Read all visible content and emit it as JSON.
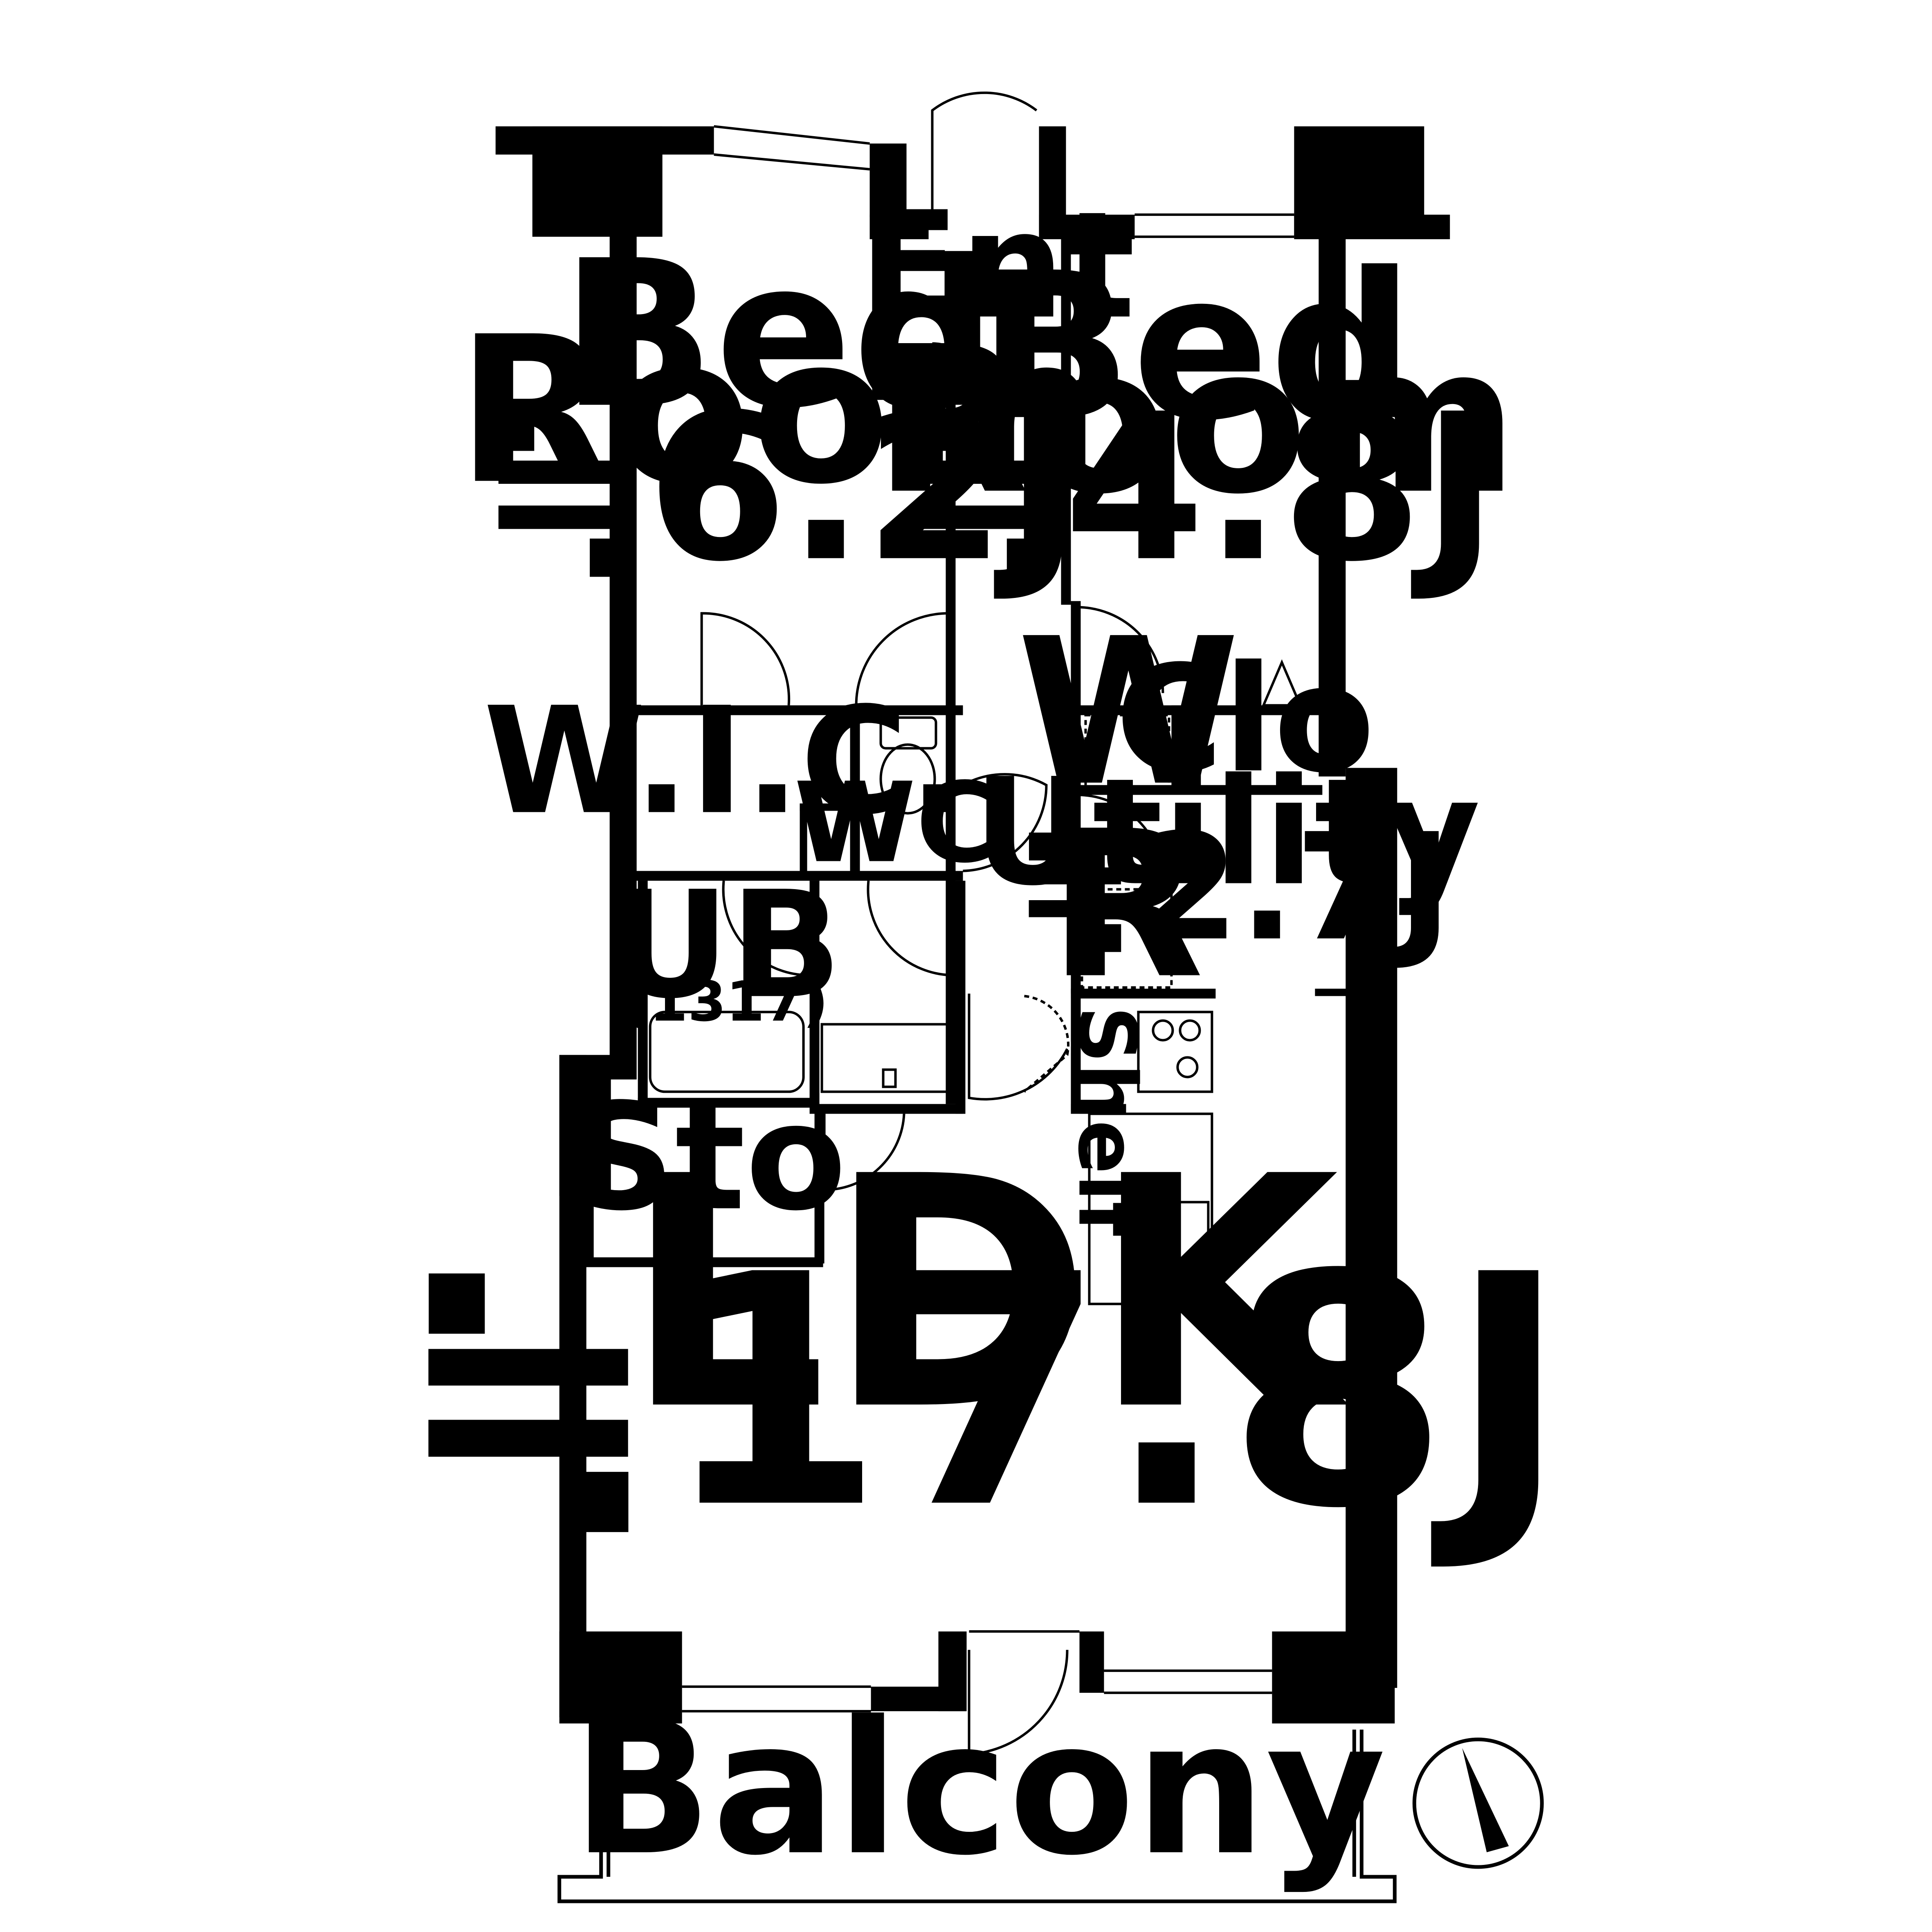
{
  "rooms": {
    "bedroom_left": {
      "name_line1": "Bed",
      "name_line2": "Room",
      "size": "≒6.2J"
    },
    "bedroom_right": {
      "name_line1": "Bed",
      "name_line2": "Room",
      "size": "≒4.8J"
    },
    "entrance": "Ent",
    "wic": "W.I.C.",
    "wc": "WC",
    "washer": "W",
    "closet": "Clo",
    "utility": {
      "name": "Utility",
      "size": "≒2.7J"
    },
    "refrigerator": "R",
    "shelf": "Shelf",
    "unit_bath": {
      "name": "UB",
      "model": "(1317)"
    },
    "storage": "Sto",
    "ldk": {
      "name": "LDK",
      "size": "≒17.8J"
    },
    "balcony": "Balcony"
  },
  "compass": {
    "icon": "north-arrow-icon"
  },
  "colors": {
    "wall": "#000000",
    "background": "#ffffff"
  }
}
